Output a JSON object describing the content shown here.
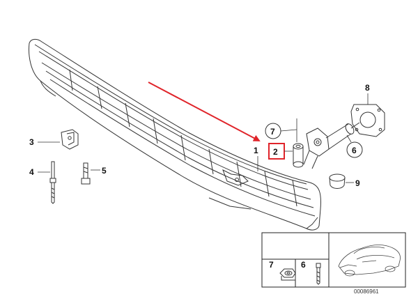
{
  "diagram": {
    "callouts": {
      "p1": "1",
      "p2": "2",
      "p3": "3",
      "p4": "4",
      "p5": "5",
      "p6": "6",
      "p7": "7",
      "p8": "8",
      "p9": "9",
      "inset7": "7",
      "inset6": "6"
    },
    "diagram_number": "00086961",
    "colors": {
      "highlight": "#e0242a",
      "arrow": "#e0242a",
      "line": "#333333"
    }
  }
}
